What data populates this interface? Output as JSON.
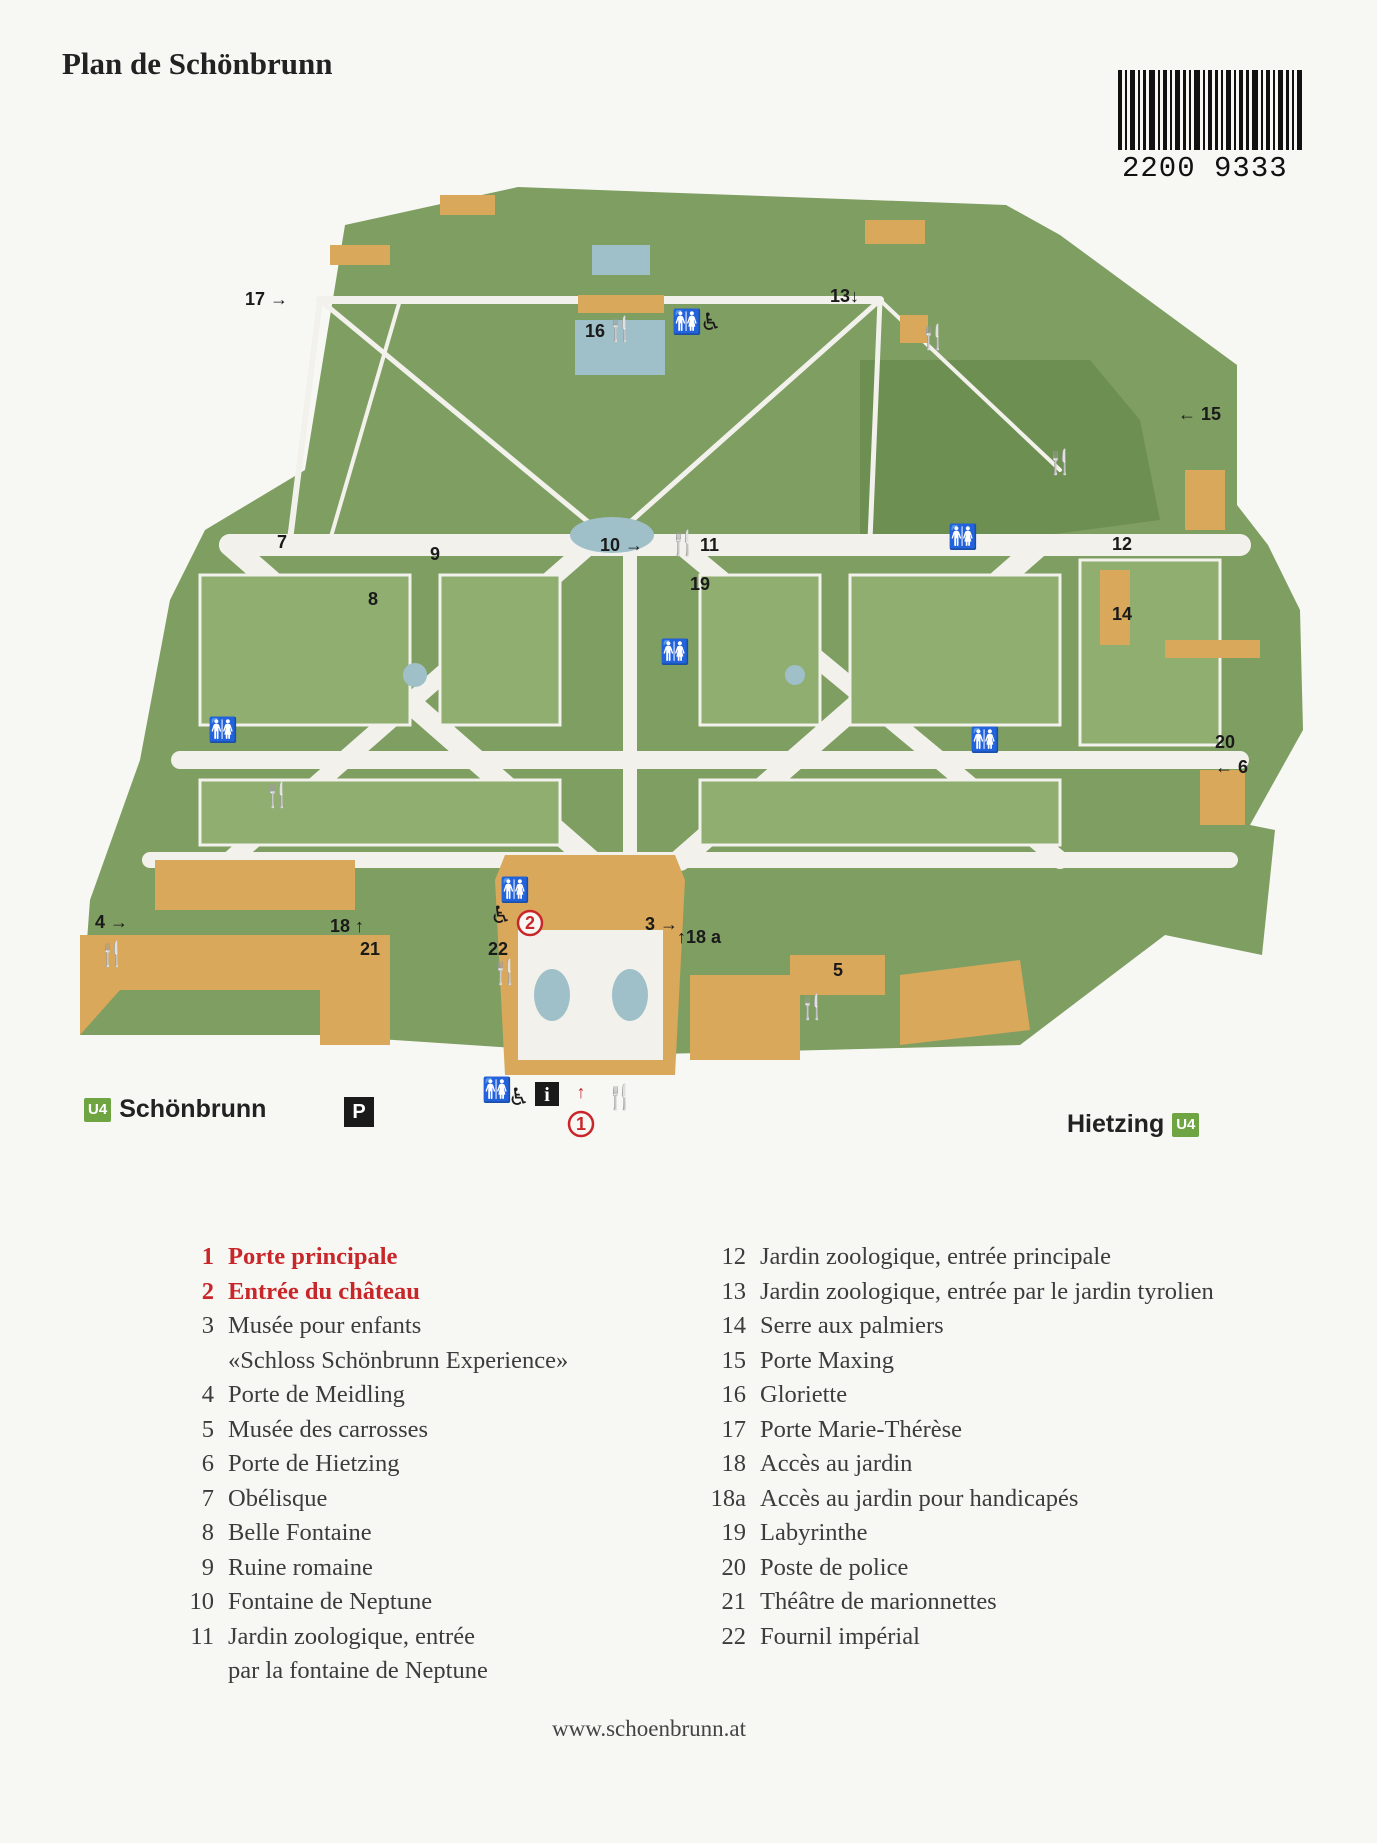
{
  "title": "Plan de Schönbrunn",
  "barcode": {
    "number": "2200 9333"
  },
  "map": {
    "labels": [
      {
        "id": "17",
        "text": "17 →"
      },
      {
        "id": "13",
        "text": "13↓"
      },
      {
        "id": "15",
        "text": "← 15"
      },
      {
        "id": "16",
        "text": "16"
      },
      {
        "id": "7",
        "text": "7"
      },
      {
        "id": "9",
        "text": "9"
      },
      {
        "id": "10",
        "text": "10 →"
      },
      {
        "id": "11",
        "text": "11"
      },
      {
        "id": "12",
        "text": "12"
      },
      {
        "id": "19",
        "text": "19"
      },
      {
        "id": "8",
        "text": "8"
      },
      {
        "id": "14",
        "text": "14"
      },
      {
        "id": "20",
        "text": "20"
      },
      {
        "id": "6",
        "text": "← 6"
      },
      {
        "id": "4",
        "text": "4 →"
      },
      {
        "id": "18",
        "text": "18 ↑"
      },
      {
        "id": "21",
        "text": "21"
      },
      {
        "id": "22",
        "text": "22"
      },
      {
        "id": "3",
        "text": "3 →"
      },
      {
        "id": "18a",
        "text": "↑18 a"
      },
      {
        "id": "5",
        "text": "5"
      }
    ],
    "main_gate_number": "1",
    "castle_entrance_number": "2",
    "stations": {
      "left": "Schönbrunn",
      "right": "Hietzing",
      "line_badge": "U4",
      "parking": "P"
    },
    "icons": [
      "restaurant-icon",
      "toilet-icon",
      "wheelchair-icon",
      "info-icon",
      "parking-icon"
    ]
  },
  "legend": {
    "left": [
      {
        "num": "1",
        "text": "Porte principale",
        "highlight": true
      },
      {
        "num": "2",
        "text": "Entrée du château",
        "highlight": true
      },
      {
        "num": "3",
        "text": "Musée pour enfants",
        "highlight": false
      },
      {
        "num": "",
        "text": "«Schloss Schönbrunn Experience»",
        "highlight": false
      },
      {
        "num": "4",
        "text": "Porte de Meidling",
        "highlight": false
      },
      {
        "num": "5",
        "text": "Musée des carrosses",
        "highlight": false
      },
      {
        "num": "6",
        "text": "Porte de Hietzing",
        "highlight": false
      },
      {
        "num": "7",
        "text": "Obélisque",
        "highlight": false
      },
      {
        "num": "8",
        "text": "Belle Fontaine",
        "highlight": false
      },
      {
        "num": "9",
        "text": "Ruine romaine",
        "highlight": false
      },
      {
        "num": "10",
        "text": "Fontaine de Neptune",
        "highlight": false
      },
      {
        "num": "11",
        "text": "Jardin zoologique, entrée",
        "highlight": false
      },
      {
        "num": "",
        "text": "par la fontaine de Neptune",
        "highlight": false
      }
    ],
    "right": [
      {
        "num": "12",
        "text": "Jardin zoologique, entrée principale"
      },
      {
        "num": "13",
        "text": "Jardin zoologique, entrée par le jardin tyrolien"
      },
      {
        "num": "14",
        "text": "Serre aux palmiers"
      },
      {
        "num": "15",
        "text": "Porte Maxing"
      },
      {
        "num": "16",
        "text": "Gloriette"
      },
      {
        "num": "17",
        "text": "Porte Marie-Thérèse"
      },
      {
        "num": "18",
        "text": "Accès au jardin"
      },
      {
        "num": "18a",
        "text": "Accès au jardin pour handicapés"
      },
      {
        "num": "19",
        "text": "Labyrinthe"
      },
      {
        "num": "20",
        "text": "Poste de police"
      },
      {
        "num": "21",
        "text": "Théâtre de marionnettes"
      },
      {
        "num": "22",
        "text": "Fournil impérial"
      }
    ]
  },
  "url": "www.schoenbrunn.at",
  "colors": {
    "park": "#7f9e62",
    "park_dark": "#6e8f52",
    "path": "#f2f1ec",
    "building": "#d9a85a",
    "water": "#9fc0c8",
    "red": "#c9262a"
  }
}
